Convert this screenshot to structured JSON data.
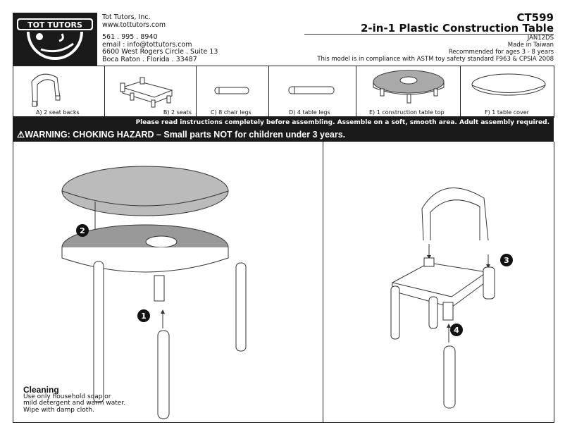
{
  "logo": {
    "text": "TOT TUTORS"
  },
  "company": {
    "name": "Tot Tutors, Inc.",
    "website": "www.tottutors.com",
    "phone": "561 . 995 . 8940",
    "email": "email : info@tottutors.com",
    "address1": "6600 West Rogers Circle . Suite 13",
    "address2": "Boca Raton . Florida . 33487"
  },
  "product": {
    "model": "CT599",
    "name": "2-in-1 Plastic Construction Table",
    "code": "JAN12DS",
    "origin": "Made in Taiwan",
    "ages": "Recommended for ages 3 - 8 years",
    "compliance": "This model is in compliance with ASTM toy safety standard F963 & CPSIA 2008"
  },
  "parts": [
    {
      "label": "A) 2 seat backs",
      "icon": "seat-back"
    },
    {
      "label": "B) 2 seats",
      "icon": "seat"
    },
    {
      "label": "C) 8 chair legs",
      "icon": "chair-leg"
    },
    {
      "label": "D) 4 table legs",
      "icon": "table-leg"
    },
    {
      "label": "E) 1 construction table top",
      "icon": "construction-table-top"
    },
    {
      "label": "F) 1 table cover",
      "icon": "table-cover"
    }
  ],
  "notice": "Please read instructions completely before assembling. Assemble on a soft, smooth area.  Adult assembly required.",
  "warning": "WARNING:  CHOKING HAZARD – Small parts NOT for children under 3 years.",
  "steps": [
    "1",
    "2",
    "3",
    "4"
  ],
  "cleaning": {
    "title": "Cleaning",
    "line1": "Use only household soap or",
    "line2": "mild detergent and warm water.",
    "line3": "Wipe with damp cloth."
  }
}
